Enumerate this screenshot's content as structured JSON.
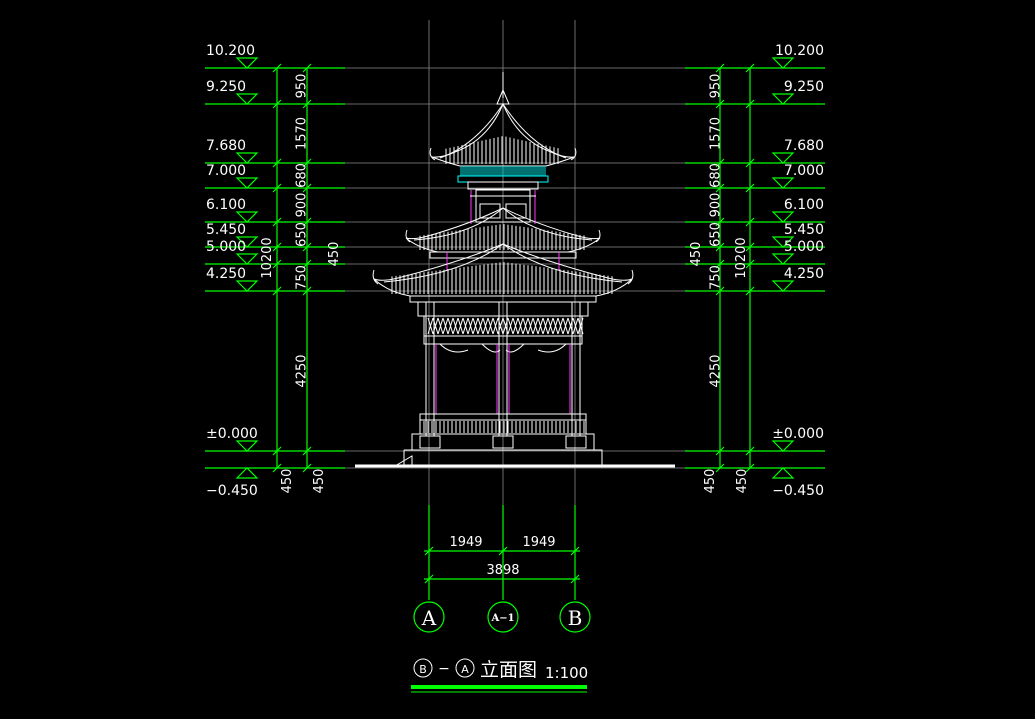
{
  "drawing": {
    "levels": [
      {
        "label": "10.200",
        "mm": 10200
      },
      {
        "label": "9.250",
        "mm": 9250
      },
      {
        "label": "7.680",
        "mm": 7680
      },
      {
        "label": "7.000",
        "mm": 7000
      },
      {
        "label": "6.100",
        "mm": 6100
      },
      {
        "label": "5.450",
        "mm": 5450
      },
      {
        "label": "5.000",
        "mm": 5000
      },
      {
        "label": "4.250",
        "mm": 4250
      },
      {
        "label": "±0.000",
        "mm": 0
      },
      {
        "label": "−0.450",
        "mm": -450
      }
    ],
    "segment_dims": [
      "950",
      "1570",
      "680",
      "900",
      "650",
      "750",
      "4250",
      "450"
    ],
    "total_dim": "10200",
    "side_dim": "450",
    "bottom_side_dims": [
      "450",
      "450"
    ],
    "plan_dims": {
      "left": "1949",
      "right": "1949",
      "total": "3898"
    },
    "axes": [
      "A",
      "A−1",
      "B"
    ],
    "title": {
      "circle_left": "B",
      "dash": "−",
      "circle_right": "A",
      "text": "立面图",
      "scale": "1:100"
    }
  }
}
